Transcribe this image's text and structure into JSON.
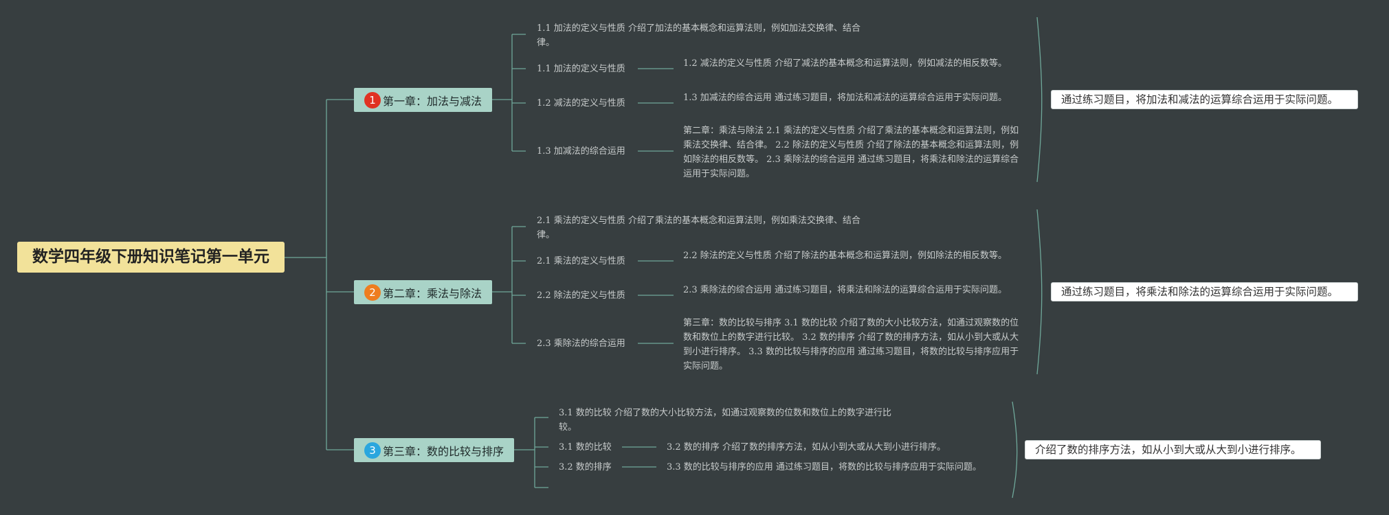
{
  "root": {
    "title": "数学四年级下册知识笔记第一单元"
  },
  "colors": {
    "background": "#373e40",
    "line": "#6fa89a",
    "root_fill": "#f2e29a",
    "chapter_fill": "#a9d3c7",
    "badge_1": "#e03222",
    "badge_2": "#ee7d1f",
    "badge_3": "#2aa6de"
  },
  "chapters": [
    {
      "number": "1",
      "title": "第一章：加法与减法",
      "intro": "1.1 加法的定义与性质 介绍了加法的基本概念和运算法则，例如加法交换律、结合律。",
      "items": [
        {
          "label": "1.1 加法的定义与性质",
          "detail": "1.2 减法的定义与性质 介绍了减法的基本概念和运算法则，例如减法的相反数等。"
        },
        {
          "label": "1.2 减法的定义与性质",
          "detail": "1.3 加减法的综合运用 通过练习题目，将加法和减法的运算综合运用于实际问题。"
        },
        {
          "label": "1.3 加减法的综合运用",
          "detail": "第二章：乘法与除法 2.1 乘法的定义与性质 介绍了乘法的基本概念和运算法则，例如乘法交换律、结合律。 2.2 除法的定义与性质 介绍了除法的基本概念和运算法则，例如除法的相反数等。 2.3 乘除法的综合运用 通过练习题目，将乘法和除法的运算综合运用于实际问题。"
        }
      ],
      "summary": "通过练习题目，将加法和减法的运算综合运用于实际问题。"
    },
    {
      "number": "2",
      "title": "第二章：乘法与除法",
      "intro": "2.1 乘法的定义与性质 介绍了乘法的基本概念和运算法则，例如乘法交换律、结合律。",
      "items": [
        {
          "label": "2.1 乘法的定义与性质",
          "detail": "2.2 除法的定义与性质 介绍了除法的基本概念和运算法则，例如除法的相反数等。"
        },
        {
          "label": "2.2 除法的定义与性质",
          "detail": "2.3 乘除法的综合运用 通过练习题目，将乘法和除法的运算综合运用于实际问题。"
        },
        {
          "label": "2.3 乘除法的综合运用",
          "detail": "第三章：数的比较与排序 3.1 数的比较 介绍了数的大小比较方法，如通过观察数的位数和数位上的数字进行比较。 3.2 数的排序 介绍了数的排序方法，如从小到大或从大到小进行排序。 3.3 数的比较与排序的应用 通过练习题目，将数的比较与排序应用于实际问题。"
        }
      ],
      "summary": "通过练习题目，将乘法和除法的运算综合运用于实际问题。"
    },
    {
      "number": "3",
      "title": "第三章：数的比较与排序",
      "intro": "3.1 数的比较 介绍了数的大小比较方法，如通过观察数的位数和数位上的数字进行比较。",
      "items": [
        {
          "label": "3.1 数的比较",
          "detail": "3.2 数的排序 介绍了数的排序方法，如从小到大或从大到小进行排序。"
        },
        {
          "label": "3.2 数的排序",
          "detail": "3.3 数的比较与排序的应用 通过练习题目，将数的比较与排序应用于实际问题。"
        }
      ],
      "summary": "介绍了数的排序方法，如从小到大或从大到小进行排序。"
    }
  ]
}
